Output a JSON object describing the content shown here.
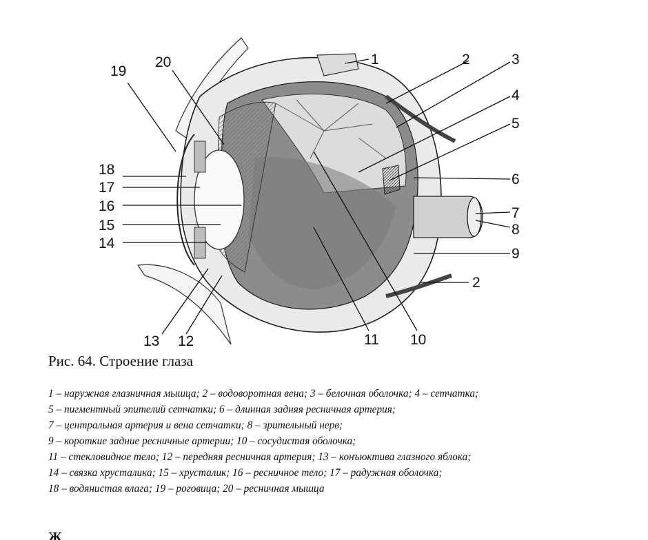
{
  "figure": {
    "callouts": [
      "1",
      "2",
      "3",
      "4",
      "5",
      "6",
      "7",
      "8",
      "9",
      "2",
      "10",
      "11",
      "12",
      "13",
      "14",
      "15",
      "16",
      "17",
      "18",
      "19",
      "20"
    ]
  },
  "caption": "Рис. 64. Строение глаза",
  "legend": [
    "1 – наружная глазничная мышца; 2 – водоворотная вена; 3 – белочная оболочка; 4 – сетчатка;",
    "5 – пигментный эпителий сетчатки; 6  – длинная задняя ресничная артерия;",
    "7 – центральная артерия и вена сетчатки; 8 – зрительный нерв;",
    "9 – короткие задние ресничные артерии; 10 – сосудистая оболочка;",
    "11 – стекловидное тело; 12 – передняя ресничная артерия; 13 – конъюктива глазного яблока;",
    "14 – связка хрусталика; 15 – хрусталик; 16 – ресничное тело; 17 – радужная оболочка;",
    "18 – водянистая влага; 19 – роговица; 20 – ресничная мышца"
  ],
  "footer_fragment": "Ж"
}
